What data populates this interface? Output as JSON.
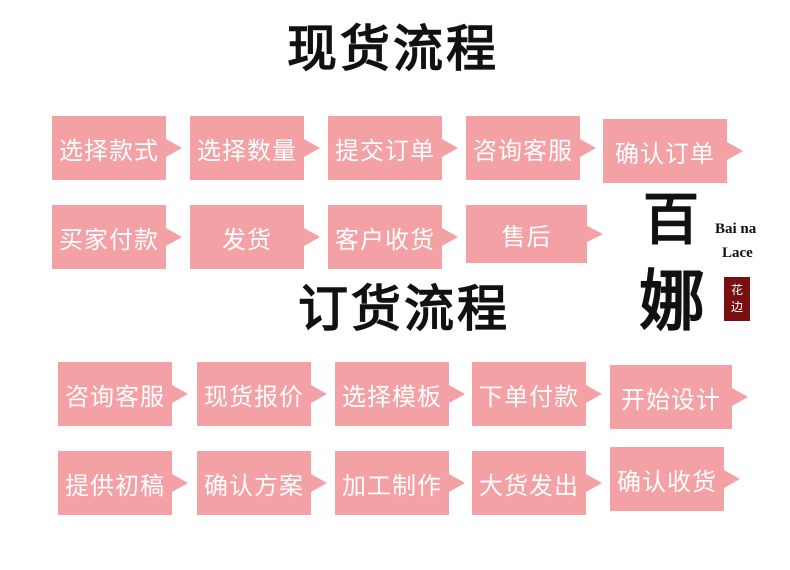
{
  "spot_section": {
    "title": "现货流程",
    "row1": [
      "选择款式",
      "选择数量",
      "提交订单",
      "咨询客服",
      "确认订单"
    ],
    "row2": [
      "买家付款",
      "发货",
      "客户收货",
      "售后"
    ]
  },
  "order_section": {
    "title": "订货流程",
    "row1": [
      "咨询客服",
      "现货报价",
      "选择模板",
      "下单付款",
      "开始设计"
    ],
    "row2": [
      "提供初稿",
      "确认方案",
      "加工制作",
      "大货发出",
      "确认收货"
    ]
  },
  "logo": {
    "char_top": "百",
    "char_bottom": "娜",
    "english_line1": "Bai na",
    "english_line2": "Lace",
    "seal_char1": "花",
    "seal_char2": "边",
    "seal_color": "#7a0f12"
  },
  "colors": {
    "step_fill": "#f4a1a6",
    "step_text": "#ffffff",
    "title_text": "#111111",
    "background": "#ffffff"
  }
}
